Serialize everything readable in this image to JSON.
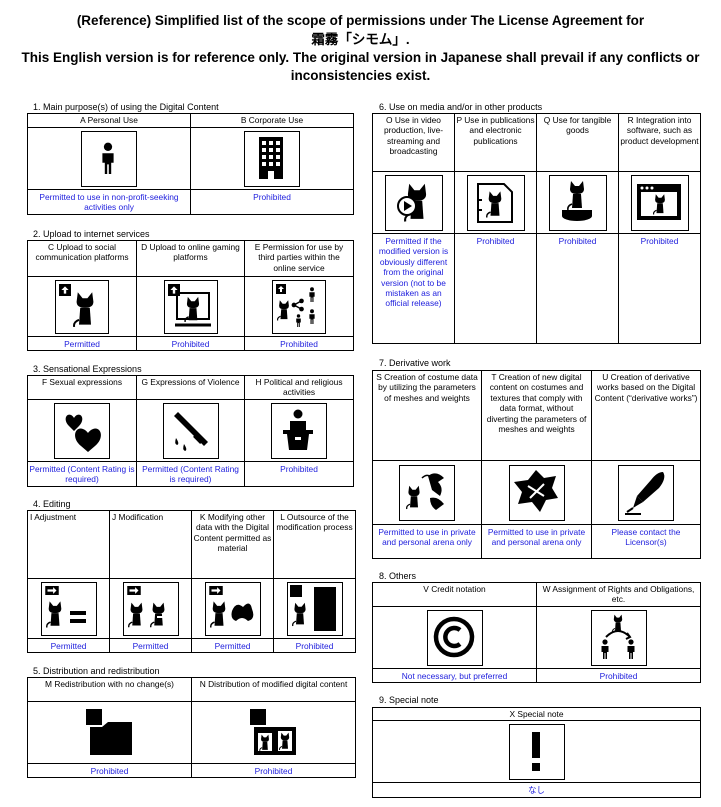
{
  "header": {
    "line1": "(Reference) Simplified list of the scope of permissions under The License Agreement for",
    "jp_name": "霜霧「シモム」.",
    "line2": "This English version is for reference only. The original version in Japanese shall prevail if any conflicts or",
    "line3": "inconsistencies exist."
  },
  "sections": {
    "s1": {
      "title": "1. Main purpose(s) of using the Digital Content",
      "items": [
        {
          "label": "A Personal Use",
          "icon": "person-icon",
          "status": "Permitted to use in non-profit-seeking activities only"
        },
        {
          "label": "B  Corporate Use",
          "icon": "building-icon",
          "status": "Prohibited"
        }
      ]
    },
    "s2": {
      "title": "2. Upload to internet services",
      "items": [
        {
          "label": "C Upload to social communication platforms",
          "icon": "upload-avatar-icon",
          "status": "Permitted"
        },
        {
          "label": "D Upload to online gaming platforms",
          "icon": "upload-game-icon",
          "status": "Prohibited"
        },
        {
          "label": "E Permission for use by third parties within the online service",
          "icon": "share-users-icon",
          "status": "Prohibited"
        }
      ]
    },
    "s3": {
      "title": "3. Sensational Expressions",
      "items": [
        {
          "label": "F Sexual expressions",
          "icon": "hearts-icon",
          "status": "Permitted (Content Rating is required)"
        },
        {
          "label": "G Expressions of Violence",
          "icon": "knife-icon",
          "status": "Permitted (Content Rating is required)"
        },
        {
          "label": "H Political and religious activities",
          "icon": "podium-icon",
          "status": "Prohibited"
        }
      ]
    },
    "s4": {
      "title": "4. Editing",
      "items": [
        {
          "label": "I Adjustment",
          "icon": "adjust-icon",
          "status": "Permitted"
        },
        {
          "label": "J Modification",
          "icon": "modify-icon",
          "status": "Permitted"
        },
        {
          "label": "K Modifying other data with the Digital Content permitted as material",
          "icon": "modify-other-icon",
          "status": "Permitted"
        },
        {
          "label": "L Outsource of the modification process",
          "icon": "outsource-icon",
          "status": "Prohibited"
        }
      ]
    },
    "s5": {
      "title": "5. Distribution and redistribution",
      "items": [
        {
          "label": "M Redistribution with no change(s)",
          "icon": "redistribute-icon",
          "status": "Prohibited"
        },
        {
          "label": "N Distribution of modified digital content",
          "icon": "distribute-modified-icon",
          "status": "Prohibited"
        }
      ]
    },
    "s6": {
      "title": "6. Use on media and/or in other products",
      "items": [
        {
          "label": "O Use in video production, live-streaming and broadcasting",
          "icon": "video-icon",
          "status": "Permitted if the modified version is obviously different from the original version (not to be mistaken as an official release)"
        },
        {
          "label": "P Use in publications and electronic publications",
          "icon": "publication-icon",
          "status": "Prohibited"
        },
        {
          "label": "Q Use for tangible goods",
          "icon": "figure-icon",
          "status": "Prohibited"
        },
        {
          "label": "R Integration into software, such as product development",
          "icon": "software-icon",
          "status": "Prohibited"
        }
      ]
    },
    "s7": {
      "title": "7. Derivative work",
      "items": [
        {
          "label": "S Creation of costume data by utilizing the parameters of meshes and weights",
          "icon": "costume-icon",
          "status": "Permitted to use in private and personal arena only"
        },
        {
          "label": "T Creation of new digital content on costumes and textures that comply with data format, without diverting the parameters of meshes and weights",
          "icon": "texture-icon",
          "status": "Permitted to use in private and personal arena only"
        },
        {
          "label": "U Creation of derivative works based on the Digital Content (“derivative works”)",
          "icon": "pen-icon",
          "status": "Please contact the Licensor(s)"
        }
      ]
    },
    "s8": {
      "title": "8. Others",
      "items": [
        {
          "label": "V Credit notation",
          "icon": "copyright-icon",
          "status": "Not necessary, but preferred"
        },
        {
          "label": "W Assignment of Rights and Obligations, etc.",
          "icon": "assignment-icon",
          "status": "Prohibited"
        }
      ]
    },
    "s9": {
      "title": "9. Special note",
      "items": [
        {
          "label": "X Special note",
          "icon": "exclamation-icon",
          "status": "なし"
        }
      ]
    }
  }
}
